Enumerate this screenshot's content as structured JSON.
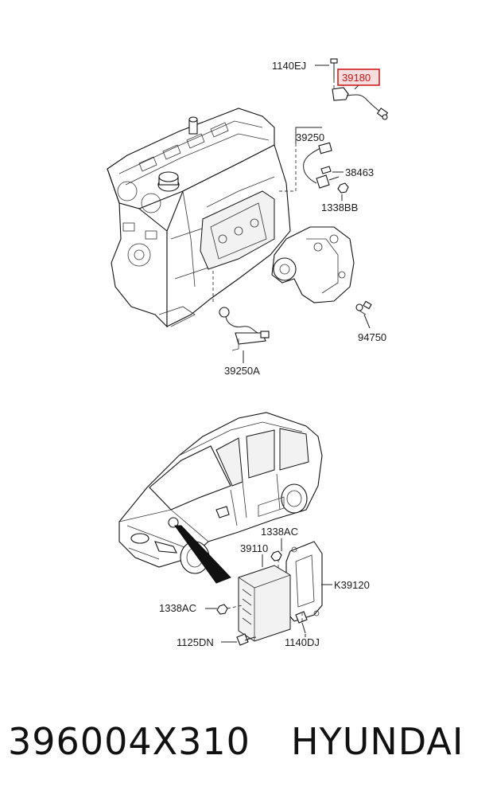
{
  "callouts": {
    "c1140ej": "1140EJ",
    "c39180": "39180",
    "c39250": "39250",
    "c38463": "38463",
    "c1338bb": "1338BB",
    "c94750": "94750",
    "c39250a": "39250A",
    "c1338ac_top": "1338AC",
    "c39110": "39110",
    "c39120": "K39120",
    "c1338ac_left": "1338AC",
    "c1125dn": "1125DN",
    "c1140dj": "1140DJ"
  },
  "highlight_color": "#cc1111",
  "footer": {
    "part_number": "396004X310",
    "brand": "HYUNDAI"
  }
}
